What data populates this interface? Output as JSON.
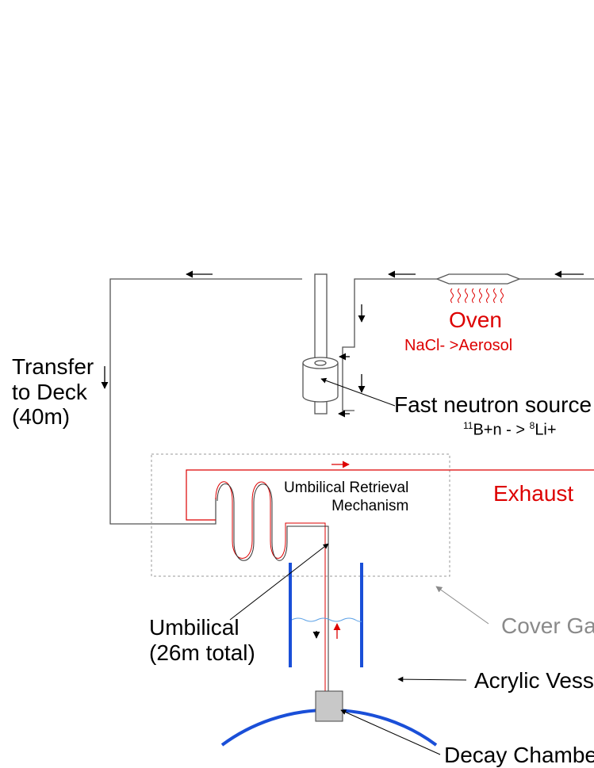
{
  "colors": {
    "flow_line": "#555555",
    "red_accent": "#dd0000",
    "vessel_blue": "#1a4fd8",
    "cover_gas_gray": "#8a8a8a",
    "chamber_fill": "#c8c8c8",
    "water_line": "#5aa0e6"
  },
  "labels": {
    "transfer": "Transfer\nto Deck\n(40m)",
    "oven": "Oven",
    "oven_reaction": "NaCl- >Aerosol",
    "fast_neutron": "Fast neutron source",
    "reaction_prefix_sup": "11",
    "reaction_b": "B+n - > ",
    "reaction_sup2": "8",
    "reaction_li": "Li+",
    "umbilical_retrieval": "Umbilical Retrieval\nMechanism",
    "exhaust": "Exhaust",
    "umbilical": "Umbilical\n(26m total)",
    "cover_gas": "Cover Gas",
    "acrylic_vessel": "Acrylic Vessel",
    "decay_chamber": "Decay Chamber"
  }
}
